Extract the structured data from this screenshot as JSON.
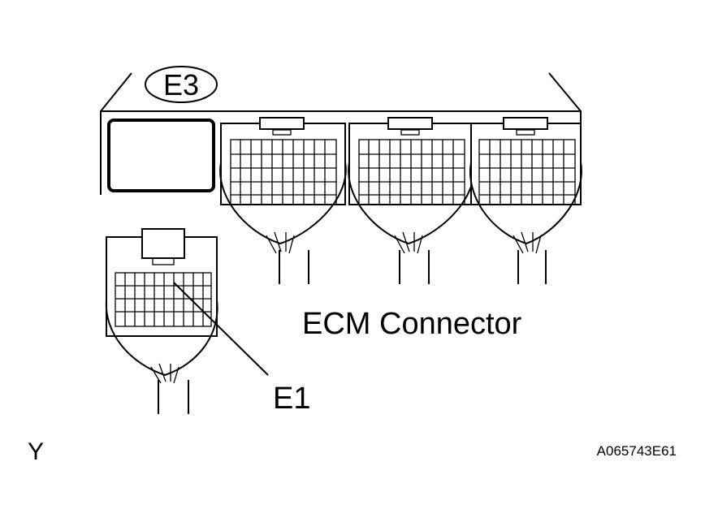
{
  "badge": "E3",
  "connector_label": "ECM Connector",
  "pin_label": "E1",
  "corner_letter": "Y",
  "figure_code": "A065743E61"
}
